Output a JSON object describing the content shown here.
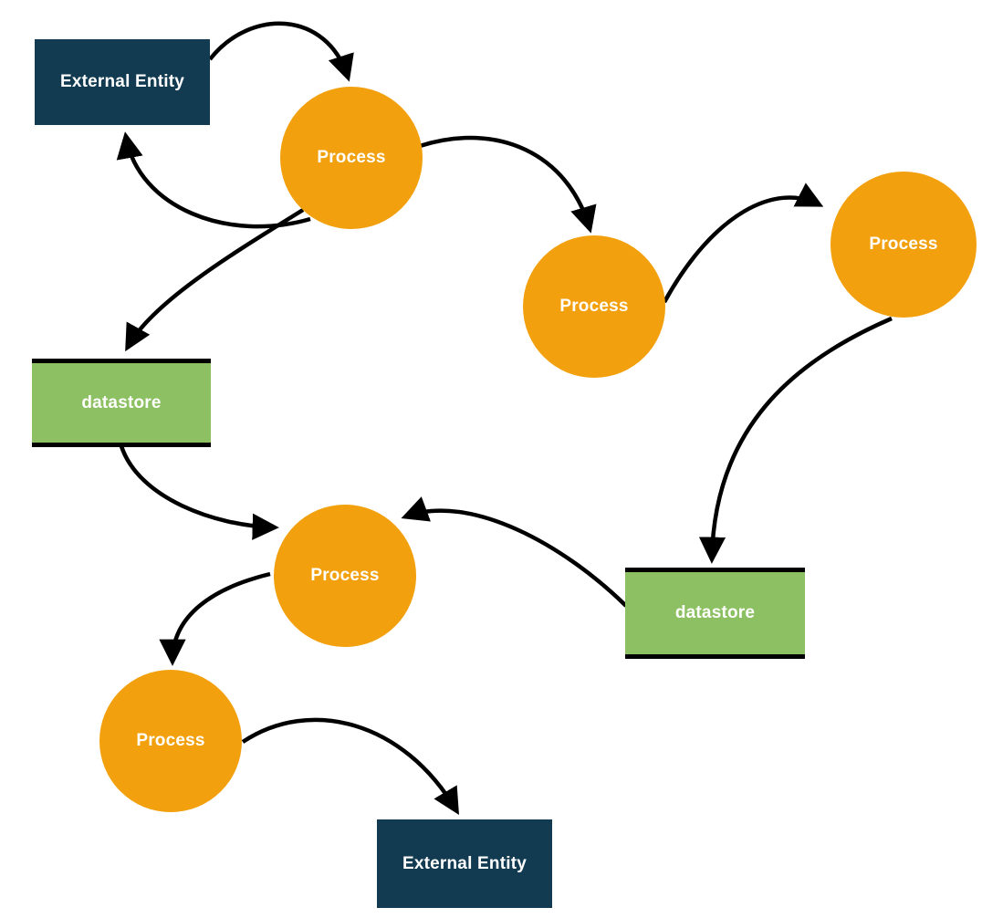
{
  "diagram": {
    "type": "data-flow-diagram",
    "background_color": "#FFFFFF",
    "colors": {
      "external_entity_fill": "#123B52",
      "process_fill": "#F2A00D",
      "datastore_fill": "#8DC063",
      "datastore_bar": "#000000",
      "arrow_stroke": "#000000",
      "label_text": "#FFFFFF"
    },
    "nodes": [
      {
        "id": "external-entity-1",
        "type": "external-entity",
        "label": "External Entity"
      },
      {
        "id": "process-1",
        "type": "process",
        "label": "Process"
      },
      {
        "id": "process-2",
        "type": "process",
        "label": "Process"
      },
      {
        "id": "process-3",
        "type": "process",
        "label": "Process"
      },
      {
        "id": "datastore-1",
        "type": "datastore",
        "label": "datastore"
      },
      {
        "id": "process-4",
        "type": "process",
        "label": "Process"
      },
      {
        "id": "datastore-2",
        "type": "datastore",
        "label": "datastore"
      },
      {
        "id": "process-5",
        "type": "process",
        "label": "Process"
      },
      {
        "id": "external-entity-2",
        "type": "external-entity",
        "label": "External Entity"
      }
    ],
    "edges": [
      {
        "from": "external-entity-1",
        "to": "process-1"
      },
      {
        "from": "process-1",
        "to": "external-entity-1"
      },
      {
        "from": "process-1",
        "to": "process-2"
      },
      {
        "from": "process-2",
        "to": "process-3"
      },
      {
        "from": "process-1",
        "to": "datastore-1"
      },
      {
        "from": "datastore-1",
        "to": "process-4"
      },
      {
        "from": "datastore-2",
        "to": "process-4"
      },
      {
        "from": "process-3",
        "to": "datastore-2"
      },
      {
        "from": "process-4",
        "to": "process-5"
      },
      {
        "from": "process-5",
        "to": "external-entity-2"
      }
    ]
  }
}
